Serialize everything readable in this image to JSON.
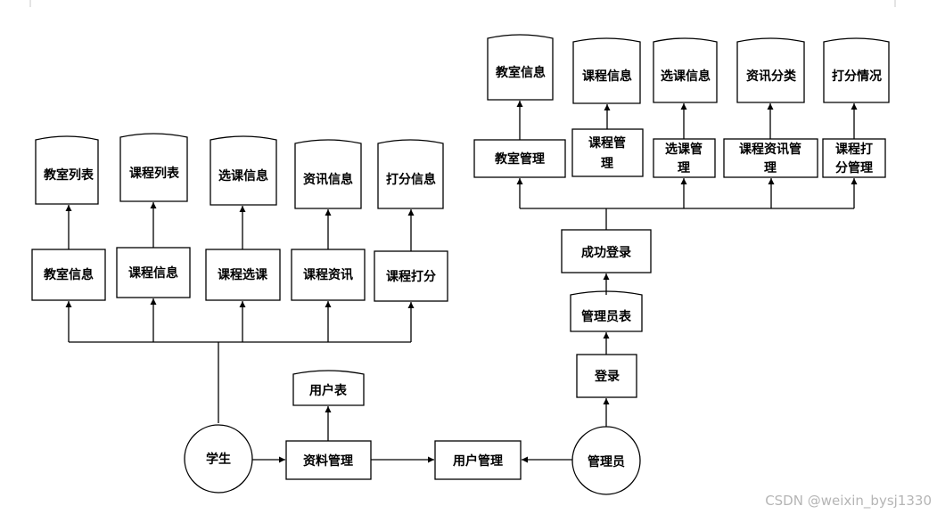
{
  "student": {
    "node": "学生",
    "functions": [
      "教室信息",
      "课程信息",
      "课程选课",
      "课程资讯",
      "课程打分"
    ],
    "docs": [
      "教室列表",
      "课程列表",
      "选课信息",
      "资讯信息",
      "打分信息"
    ]
  },
  "center": {
    "profile_mgmt": "资料管理",
    "user_table": "用户表",
    "user_mgmt": "用户管理"
  },
  "admin": {
    "node": "管理员",
    "login": "登录",
    "admin_table": "管理员表",
    "login_success": "成功登录",
    "functions": [
      {
        "lines": [
          "教室管理"
        ]
      },
      {
        "lines": [
          "课程管",
          "理"
        ]
      },
      {
        "lines": [
          "选课管",
          "理"
        ]
      },
      {
        "lines": [
          "课程资讯管",
          "理"
        ]
      },
      {
        "lines": [
          "课程打",
          "分管理"
        ]
      }
    ],
    "docs": [
      "教室信息",
      "课程信息",
      "选课信息",
      "资讯分类",
      "打分情况"
    ]
  },
  "watermark": "CSDN @weixin_bysj1330"
}
